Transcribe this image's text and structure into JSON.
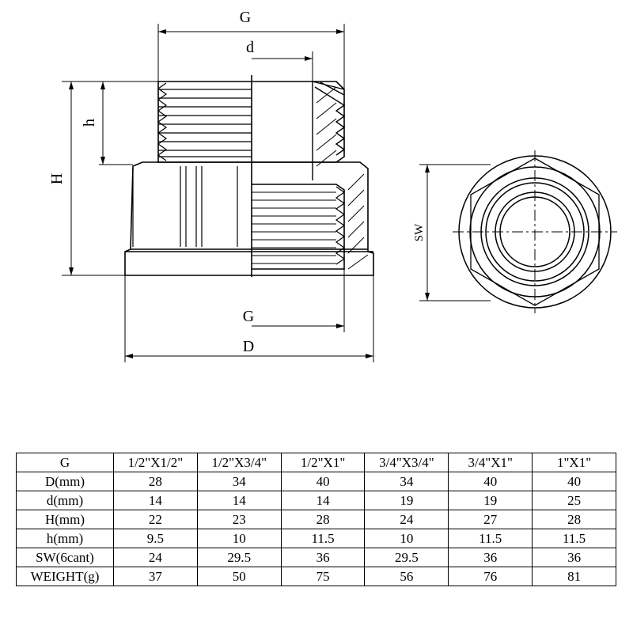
{
  "drawing": {
    "labels": {
      "G_top": "G",
      "d": "d",
      "h": "h",
      "H": "H",
      "G_bottom": "G",
      "D": "D",
      "SW": "SW"
    }
  },
  "table": {
    "header": [
      "G",
      "1/2\"X1/2\"",
      "1/2\"X3/4\"",
      "1/2\"X1\"",
      "3/4\"X3/4\"",
      "3/4\"X1\"",
      "1\"X1\""
    ],
    "rows": [
      [
        "D(mm)",
        "28",
        "34",
        "40",
        "34",
        "40",
        "40"
      ],
      [
        "d(mm)",
        "14",
        "14",
        "14",
        "19",
        "19",
        "25"
      ],
      [
        "H(mm)",
        "22",
        "23",
        "28",
        "24",
        "27",
        "28"
      ],
      [
        "h(mm)",
        "9.5",
        "10",
        "11.5",
        "10",
        "11.5",
        "11.5"
      ],
      [
        "SW(6cant)",
        "24",
        "29.5",
        "36",
        "29.5",
        "36",
        "36"
      ],
      [
        "WEIGHT(g)",
        "37",
        "50",
        "75",
        "56",
        "76",
        "81"
      ]
    ]
  }
}
